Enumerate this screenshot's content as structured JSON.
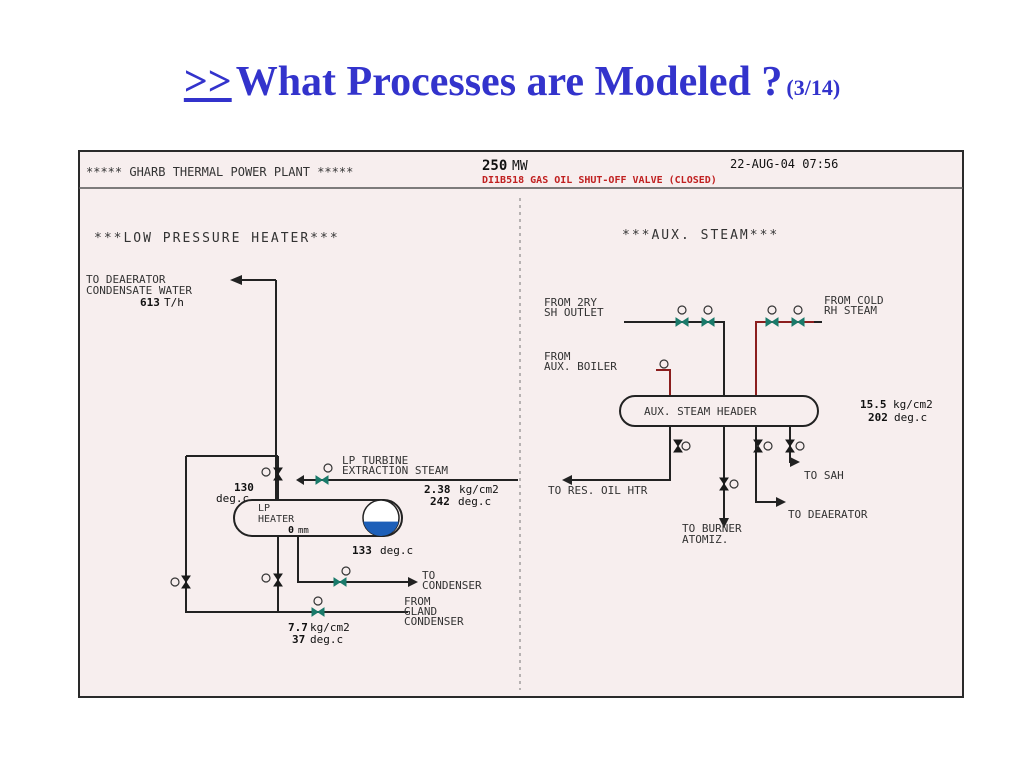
{
  "title": {
    "link": ">>",
    "main": "What Processes are Modeled ?",
    "count": "(3/14)"
  },
  "header": {
    "plant": "***** GHARB THERMAL POWER PLANT *****",
    "power": "250",
    "power_unit": "MW",
    "datetime": "22-AUG-04 07:56",
    "alarm": "DI1B518  GAS OIL SHUT-OFF VALVE  (CLOSED)"
  },
  "lp_heater": {
    "section_title": "***LOW PRESSURE HEATER***",
    "deaerator_line1": "TO DEAERATOR",
    "deaerator_line2": "CONDENSATE WATER",
    "flow_value": "613",
    "flow_unit": "T/h",
    "extraction_line1": "LP TURBINE",
    "extraction_line2": "EXTRACTION STEAM",
    "ext_pressure": "2.38",
    "ext_pressure_unit": "kg/cm2",
    "ext_temp": "242",
    "ext_temp_unit": "deg.c",
    "inlet_temp": "130",
    "inlet_temp_unit": "deg.c",
    "heater_line1": "LP",
    "heater_line2": "HEATER",
    "level_value": "0",
    "level_unit": "mm",
    "shell_temp": "133",
    "shell_temp_unit": "deg.c",
    "condenser_line1": "TO",
    "condenser_line2": "CONDENSER",
    "gland_line1": "FROM",
    "gland_line2": "GLAND",
    "gland_line3": "CONDENSER",
    "gland_pressure": "7.7",
    "gland_pressure_unit": "kg/cm2",
    "gland_temp": "37",
    "gland_temp_unit": "deg.c"
  },
  "aux_steam": {
    "section_title": "***AUX. STEAM***",
    "from_2ry_line1": "FROM 2RY",
    "from_2ry_line2": "SH OUTLET",
    "from_cold_line1": "FROM COLD",
    "from_cold_line2": "RH STEAM",
    "from_aux_line1": "FROM",
    "from_aux_line2": "AUX. BOILER",
    "header_label": "AUX. STEAM HEADER",
    "header_pressure": "15.5",
    "header_pressure_unit": "kg/cm2",
    "header_temp": "202",
    "header_temp_unit": "deg.c",
    "to_res_oil": "TO RES. OIL HTR",
    "to_sah": "TO SAH",
    "to_deaerator": "TO DEAERATOR",
    "to_burner_line1": "TO BURNER",
    "to_burner_line2": "ATOMIZ."
  },
  "colors": {
    "title": "#3333cc",
    "screen_bg": "#f7eeee",
    "frame": "#2a2a2a",
    "label": "#333333",
    "value": "#111111",
    "alarm": "#c02020",
    "pipe_dark": "#222222",
    "pipe_red": "#8b1e1e",
    "valve_green": "#1a7a6a",
    "level_blue": "#1d5fb8"
  },
  "heater_level_fraction": 0.4
}
